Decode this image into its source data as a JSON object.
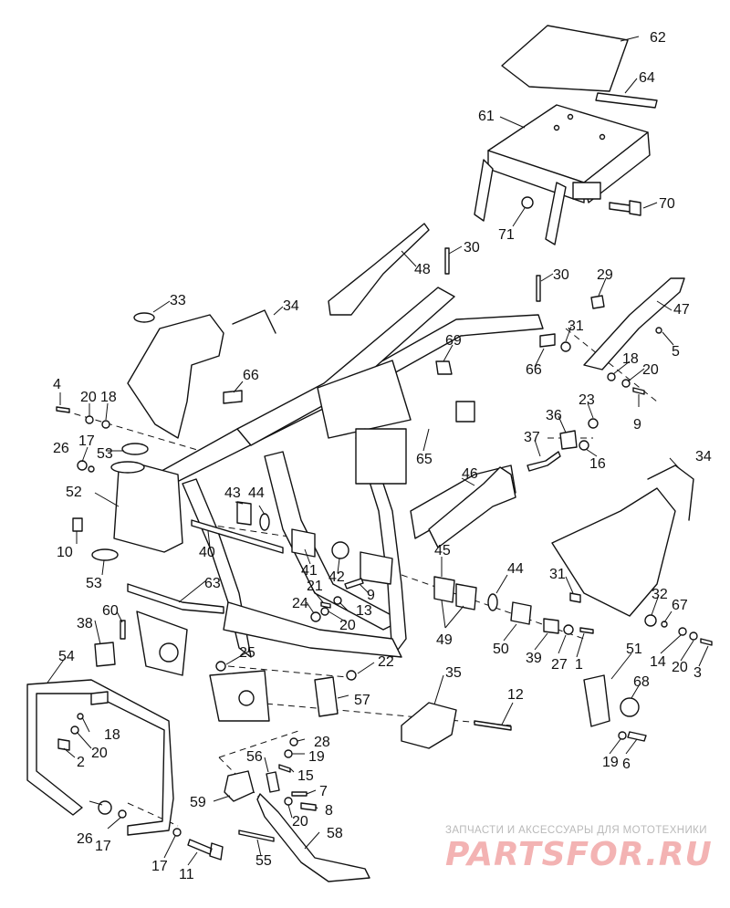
{
  "callouts": [
    {
      "label": "1"
    },
    {
      "label": "2"
    },
    {
      "label": "3"
    },
    {
      "label": "4"
    },
    {
      "label": "5"
    },
    {
      "label": "6"
    },
    {
      "label": "7"
    },
    {
      "label": "8"
    },
    {
      "label": "9"
    },
    {
      "label": "9"
    },
    {
      "label": "10"
    },
    {
      "label": "11"
    },
    {
      "label": "12"
    },
    {
      "label": "13"
    },
    {
      "label": "14"
    },
    {
      "label": "15"
    },
    {
      "label": "16"
    },
    {
      "label": "17"
    },
    {
      "label": "17"
    },
    {
      "label": "17"
    },
    {
      "label": "18"
    },
    {
      "label": "18"
    },
    {
      "label": "18"
    },
    {
      "label": "19"
    },
    {
      "label": "19"
    },
    {
      "label": "20"
    },
    {
      "label": "20"
    },
    {
      "label": "20"
    },
    {
      "label": "20"
    },
    {
      "label": "20"
    },
    {
      "label": "20"
    },
    {
      "label": "21"
    },
    {
      "label": "22"
    },
    {
      "label": "23"
    },
    {
      "label": "24"
    },
    {
      "label": "25"
    },
    {
      "label": "26"
    },
    {
      "label": "26"
    },
    {
      "label": "27"
    },
    {
      "label": "28"
    },
    {
      "label": "29"
    },
    {
      "label": "30"
    },
    {
      "label": "30"
    },
    {
      "label": "31"
    },
    {
      "label": "31"
    },
    {
      "label": "32"
    },
    {
      "label": "33"
    },
    {
      "label": "34"
    },
    {
      "label": "34"
    },
    {
      "label": "35"
    },
    {
      "label": "36"
    },
    {
      "label": "37"
    },
    {
      "label": "38"
    },
    {
      "label": "39"
    },
    {
      "label": "40"
    },
    {
      "label": "41"
    },
    {
      "label": "42"
    },
    {
      "label": "43"
    },
    {
      "label": "44"
    },
    {
      "label": "44"
    },
    {
      "label": "45"
    },
    {
      "label": "46"
    },
    {
      "label": "47"
    },
    {
      "label": "48"
    },
    {
      "label": "49"
    },
    {
      "label": "50"
    },
    {
      "label": "51"
    },
    {
      "label": "52"
    },
    {
      "label": "53"
    },
    {
      "label": "53"
    },
    {
      "label": "54"
    },
    {
      "label": "55"
    },
    {
      "label": "56"
    },
    {
      "label": "57"
    },
    {
      "label": "58"
    },
    {
      "label": "59"
    },
    {
      "label": "60"
    },
    {
      "label": "61"
    },
    {
      "label": "62"
    },
    {
      "label": "63"
    },
    {
      "label": "64"
    },
    {
      "label": "65"
    },
    {
      "label": "66"
    },
    {
      "label": "66"
    },
    {
      "label": "67"
    },
    {
      "label": "68"
    },
    {
      "label": "69"
    },
    {
      "label": "70"
    },
    {
      "label": "71"
    }
  ],
  "watermark": {
    "tagline": "ЗАПЧАСТИ И АКСЕССУАРЫ ДЛЯ МОТОТЕХНИКИ",
    "brand": "PARTSFOR.RU"
  }
}
